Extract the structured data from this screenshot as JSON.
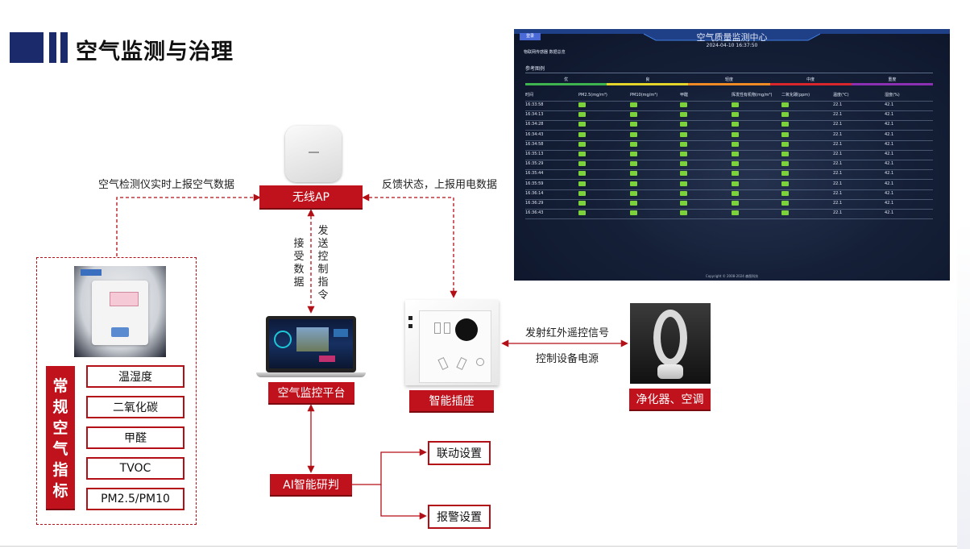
{
  "page": {
    "title": "空气监测与治理"
  },
  "nodes": {
    "ap": "无线AP",
    "platform": "空气监控平台",
    "socket": "智能插座",
    "purifier": "净化器、空调",
    "ai": "AI智能研判",
    "linkage": "联动设置",
    "alarm": "报警设置",
    "sensor_label": "常规空气指标",
    "sensor_label_chars": [
      "常",
      "规",
      "空",
      "气",
      "指",
      "标"
    ]
  },
  "indicators": [
    "温湿度",
    "二氧化碳",
    "甲醛",
    "TVOC",
    "PM2.5/PM10"
  ],
  "captions": {
    "left_report": "空气检测仪实时上报空气数据",
    "right_feedback": "反馈状态，上报用电数据",
    "send_control": "发送控制指令",
    "receive_data": "接受数据",
    "ir_signal": "发射红外遥控信号",
    "power_control": "控制设备电源"
  },
  "dashboard": {
    "title": "空气质量监测中心",
    "datetime": "2024-04-10 16:37:50",
    "login_btn": "登录",
    "nav": "物联网传感器  数据总览",
    "section": "参考图例",
    "levels": [
      "优",
      "良",
      "轻度",
      "中度",
      "重度"
    ],
    "level_colors": [
      "#3fb34f",
      "#e5d52a",
      "#f08a24",
      "#d9262c",
      "#8b2fb3"
    ],
    "columns": [
      "时间",
      "PM2.5(mg/m³)",
      "PM10(mg/m³)",
      "甲醛",
      "挥发性有机物(mg/m³)",
      "二氧化碳(ppm)",
      "温度(℃)",
      "湿度(%)"
    ],
    "rows": [
      {
        "time": "16:33:58",
        "temp": "22.1",
        "hum": "42.1"
      },
      {
        "time": "16:34:13",
        "temp": "22.1",
        "hum": "42.1"
      },
      {
        "time": "16:34:28",
        "temp": "22.1",
        "hum": "42.1"
      },
      {
        "time": "16:34:43",
        "temp": "22.1",
        "hum": "42.1"
      },
      {
        "time": "16:34:58",
        "temp": "22.1",
        "hum": "42.1"
      },
      {
        "time": "16:35:13",
        "temp": "22.1",
        "hum": "42.1"
      },
      {
        "time": "16:35:29",
        "temp": "22.1",
        "hum": "42.1"
      },
      {
        "time": "16:35:44",
        "temp": "22.1",
        "hum": "42.1"
      },
      {
        "time": "16:35:59",
        "temp": "22.1",
        "hum": "42.1"
      },
      {
        "time": "16:36:14",
        "temp": "22.1",
        "hum": "42.1"
      },
      {
        "time": "16:36:29",
        "temp": "22.1",
        "hum": "42.1"
      },
      {
        "time": "16:36:43",
        "temp": "22.1",
        "hum": "42.1"
      }
    ],
    "footer": "Copyright © 2008-2024 森图科技"
  },
  "colors": {
    "brand_red": "#c0121d",
    "title_bar": "#1b2a6b",
    "dash_bg": "#121b31",
    "badge_green": "#7bd23a"
  }
}
